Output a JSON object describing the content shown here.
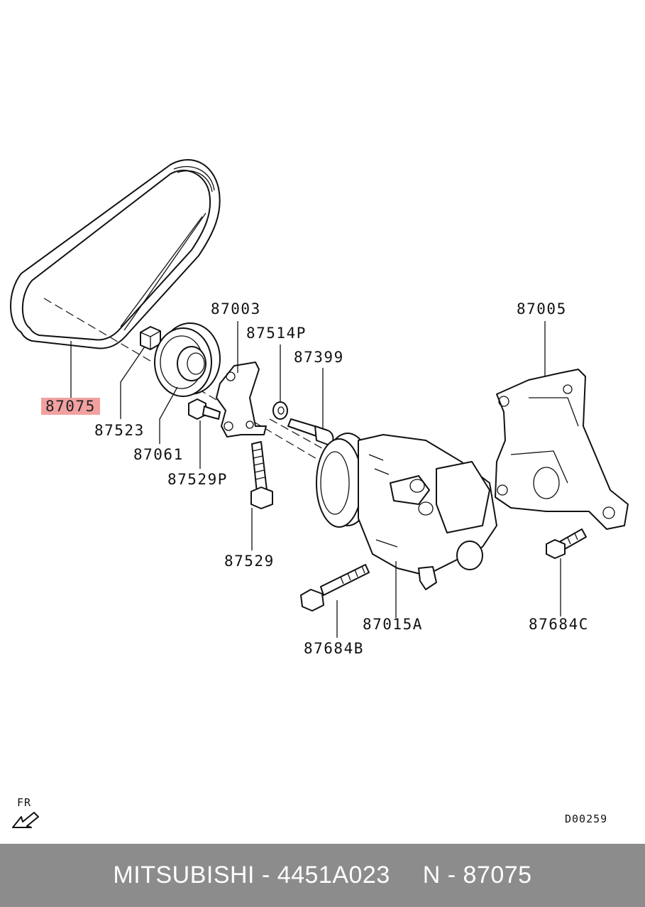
{
  "parts": {
    "p87075": "87075",
    "p87523": "87523",
    "p87061": "87061",
    "p87529P": "87529P",
    "p87529": "87529",
    "p87003": "87003",
    "p87514P": "87514P",
    "p87399": "87399",
    "p87005": "87005",
    "p87015A": "87015A",
    "p87684B": "87684B",
    "p87684C": "87684C"
  },
  "direction_marker": {
    "label": "FR",
    "icon": "front-arrow-icon"
  },
  "diagram_code": "D00259",
  "footer": {
    "brand_part": "MITSUBISHI - 4451A023",
    "ref": "N - 87075"
  },
  "colors": {
    "highlight": "#f2a0a0",
    "footer_bg": "#8c8c8c",
    "footer_text": "#ffffff"
  }
}
